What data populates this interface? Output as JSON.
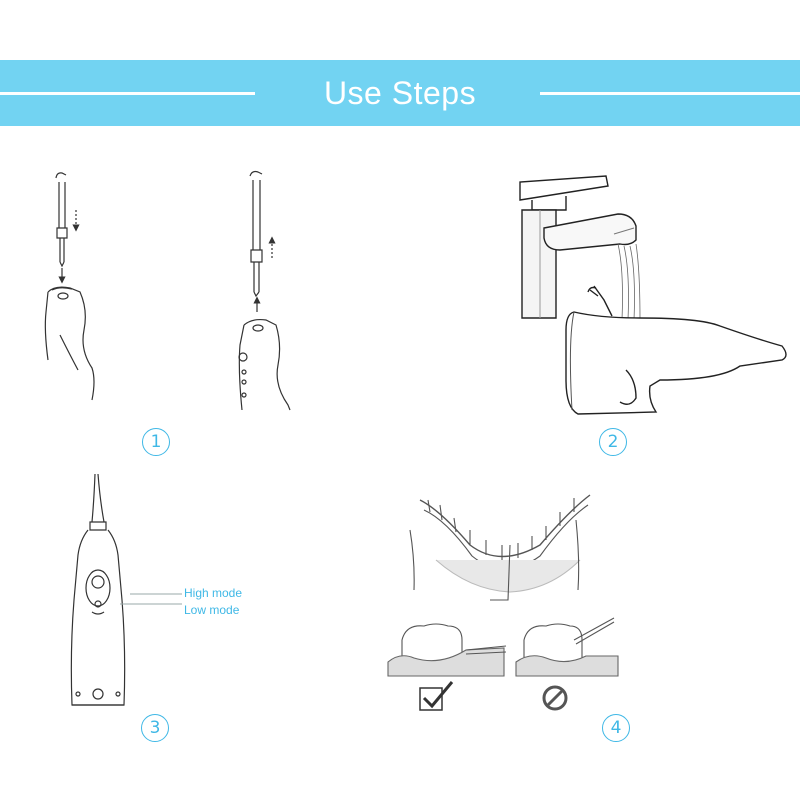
{
  "banner": {
    "title": "Use Steps"
  },
  "steps": [
    {
      "number": "1"
    },
    {
      "number": "2"
    },
    {
      "number": "3"
    },
    {
      "number": "4"
    }
  ],
  "modes": {
    "high": "High mode",
    "low": "Low mode"
  },
  "colors": {
    "banner": "#72d3f2",
    "accent": "#3fb8e6",
    "line": "#444444"
  },
  "icons": [
    "check-mark-icon",
    "prohibited-icon"
  ]
}
